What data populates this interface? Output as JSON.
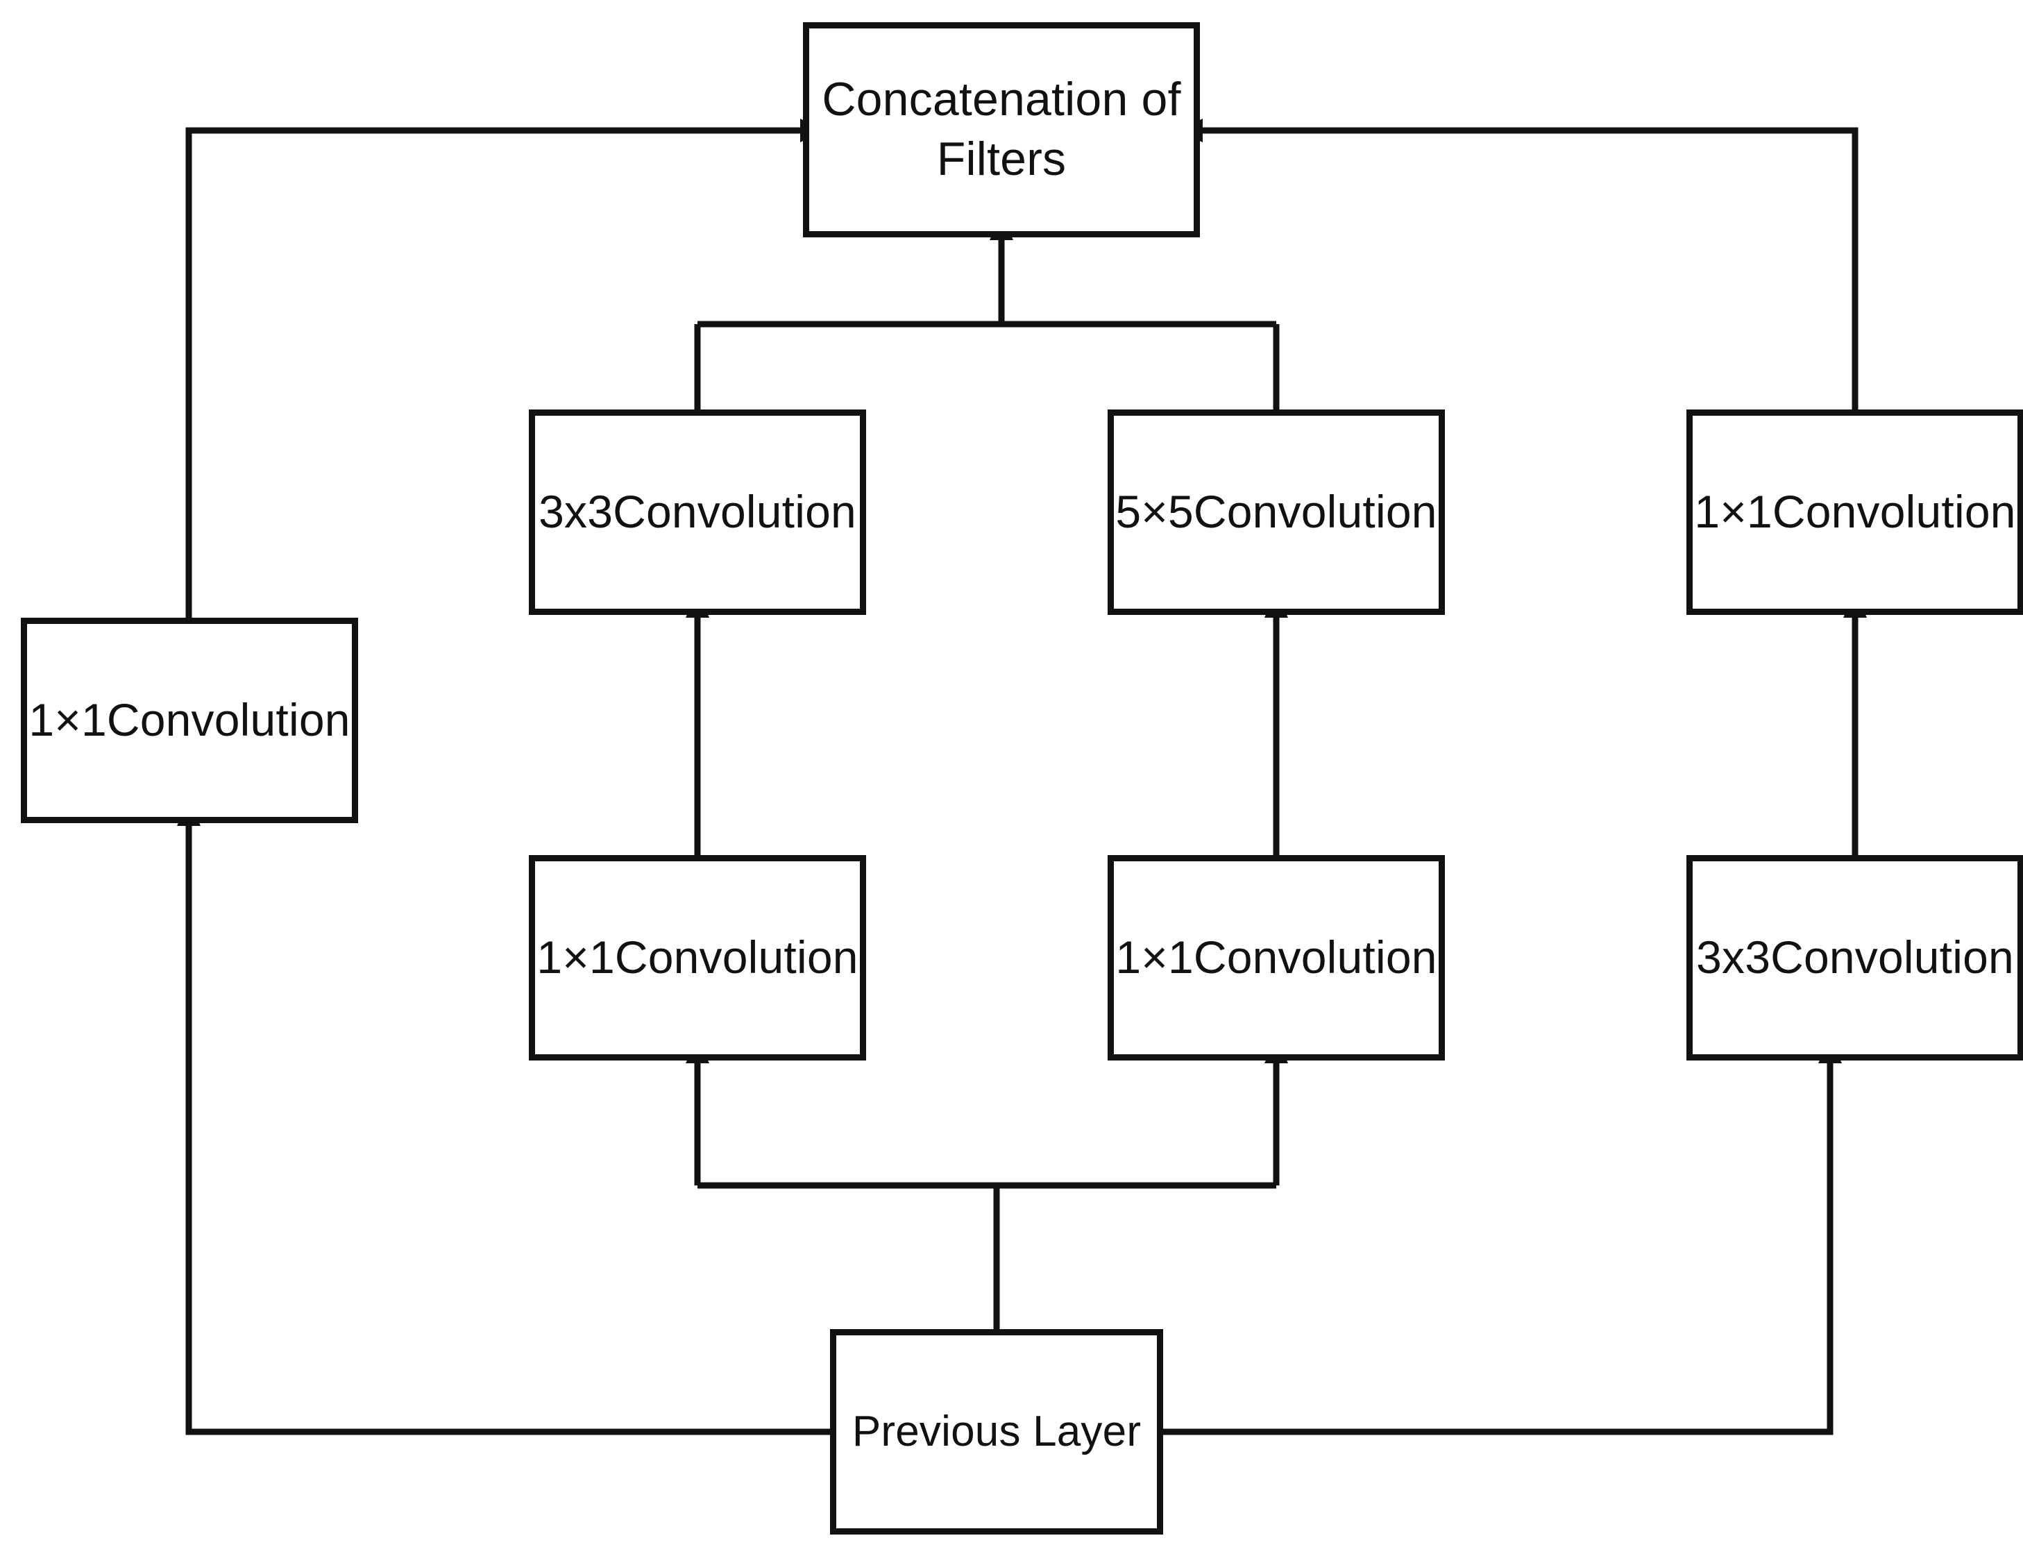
{
  "diagram": {
    "title": "Inception module block diagram",
    "background_color": "#ffffff",
    "line_color": "#111111",
    "text_color": "#111111",
    "nodes": {
      "concat": {
        "label": "Concatenation of\nFilters"
      },
      "conv_3x3_top": {
        "label": "3x3Convolution"
      },
      "conv_5x5_top": {
        "label": "5×5Convolution"
      },
      "conv_1x1_right_top": {
        "label": "1×1Convolution"
      },
      "conv_1x1_left": {
        "label": "1×1Convolution"
      },
      "conv_1x1_mid_a": {
        "label": "1×1Convolution"
      },
      "conv_1x1_mid_b": {
        "label": "1×1Convolution"
      },
      "conv_3x3_right": {
        "label": "3x3Convolution"
      },
      "previous_layer": {
        "label": "Previous Layer"
      }
    },
    "edges": [
      {
        "name": "previous-to-left-1x1",
        "from": "previous_layer",
        "to": "conv_1x1_left",
        "arrow": "up"
      },
      {
        "name": "previous-to-mid-1x1-a",
        "from": "previous_layer",
        "to": "conv_1x1_mid_a",
        "arrow": "up"
      },
      {
        "name": "previous-to-mid-1x1-b",
        "from": "previous_layer",
        "to": "conv_1x1_mid_b",
        "arrow": "up"
      },
      {
        "name": "previous-to-right-3x3",
        "from": "previous_layer",
        "to": "conv_3x3_right",
        "arrow": "up"
      },
      {
        "name": "mid-1x1-a-to-3x3",
        "from": "conv_1x1_mid_a",
        "to": "conv_3x3_top",
        "arrow": "up"
      },
      {
        "name": "mid-1x1-b-to-5x5",
        "from": "conv_1x1_mid_b",
        "to": "conv_5x5_top",
        "arrow": "up"
      },
      {
        "name": "right-3x3-to-1x1",
        "from": "conv_3x3_right",
        "to": "conv_1x1_right_top",
        "arrow": "up"
      },
      {
        "name": "left-1x1-to-concat",
        "from": "conv_1x1_left",
        "to": "concat",
        "arrow": "right"
      },
      {
        "name": "right-1x1-to-concat",
        "from": "conv_1x1_right_top",
        "to": "concat",
        "arrow": "left"
      },
      {
        "name": "middle-bus-to-concat",
        "from": "conv_3x3_top,conv_5x5_top",
        "to": "concat",
        "arrow": "up"
      }
    ]
  }
}
